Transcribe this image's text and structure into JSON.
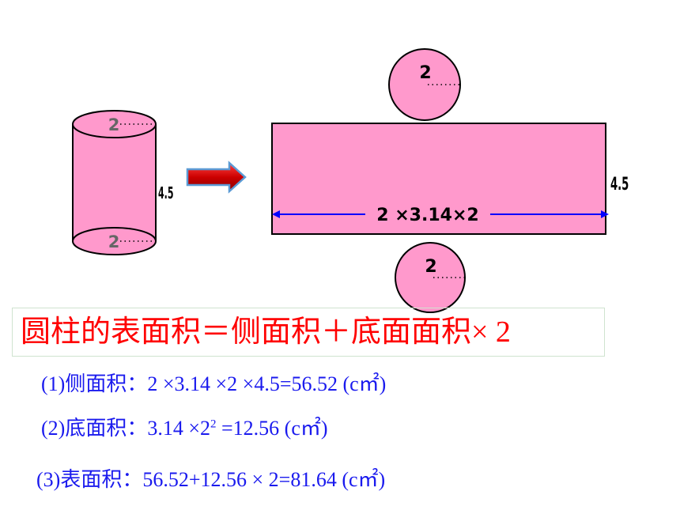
{
  "cylinder": {
    "top_radius": "2",
    "bottom_radius": "2",
    "height": "4.5"
  },
  "net": {
    "top_circle_radius": "2",
    "bottom_circle_radius": "2",
    "rect_height": "4.5",
    "rect_width_expr": "2 ×3.14×2"
  },
  "formula": "圆柱的表面积＝侧面积＋底面面积× 2",
  "steps": [
    {
      "prefix": "(1)侧面积：",
      "expr": "2 ×3.14 ×2 ×4.5=56.52",
      "unit": "(c㎡)"
    },
    {
      "prefix": "(2)底面积：",
      "expr_a": "3.14 ×2",
      "exp": "2",
      "expr_b": " =12.56",
      "unit": "(c㎡)"
    },
    {
      "prefix": "(3)表面积：",
      "expr": "56.52+12.56 × 2=81.64",
      "unit": "(c㎡)"
    }
  ],
  "colors": {
    "fill": "#ff99cc",
    "stroke": "#000000",
    "arrow_fill": "#cc0000",
    "dimension_line": "#0000ff",
    "formula_text": "#ff0000",
    "step_text": "#1a1aee"
  }
}
